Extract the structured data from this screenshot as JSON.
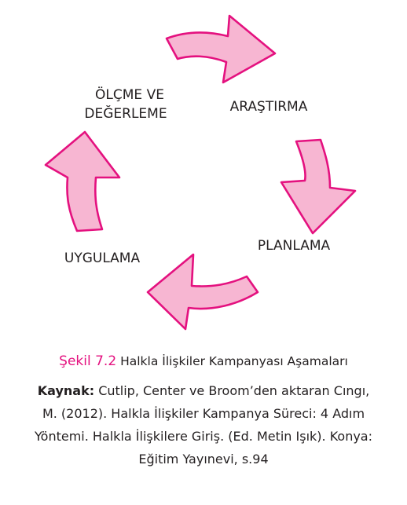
{
  "stages": {
    "olcme_line1": "ÖLÇME VE",
    "olcme_line2": "DEĞERLEME",
    "arastirma": "ARAŞTIRMA",
    "planlama": "PLANLAMA",
    "uygulama": "UYGULAMA"
  },
  "colors": {
    "arrow_fill": "#f7b6d2",
    "arrow_stroke": "#e4117f",
    "figure_number": "#e4117f"
  },
  "caption": {
    "figure_number": "Şekil 7.2",
    "title": "Halkla İlişkiler Kampanyası Aşamaları"
  },
  "source": {
    "label": "Kaynak:",
    "line1": "Cutlip, Center ve Broom’den aktaran Cıngı,",
    "line2": "M. (2012). Halkla İlişkiler Kampanya Süreci: 4 Adım",
    "line3": "Yöntemi. Halkla İlişkilere Giriş. (Ed. Metin Işık). Konya:",
    "line4": "Eğitim Yayınevi, s.94"
  }
}
